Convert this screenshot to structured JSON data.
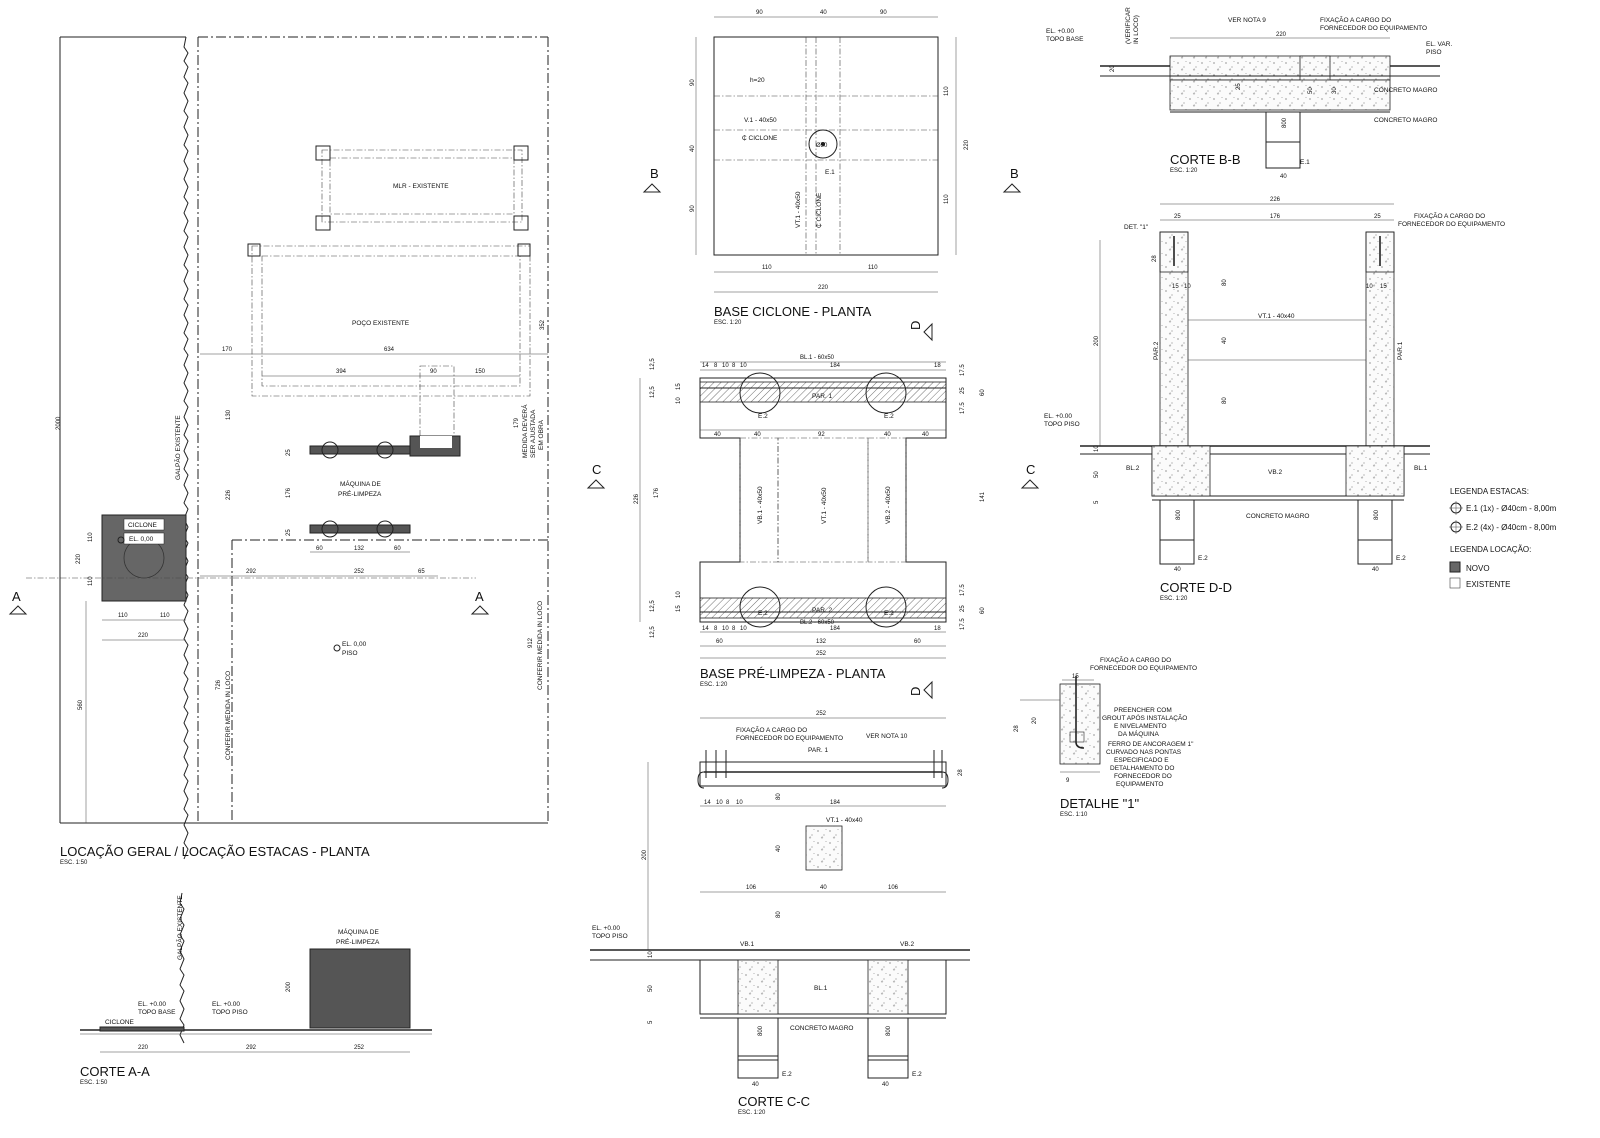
{
  "views": {
    "locacao": {
      "title": "LOCAÇÃO GERAL / LOCAÇÃO ESTACAS - PLANTA",
      "scale": "ESC. 1:50"
    },
    "corte_aa": {
      "title": "CORTE A-A",
      "scale": "ESC. 1:50"
    },
    "base_ciclone": {
      "title": "BASE CICLONE - PLANTA",
      "scale": "ESC. 1:20"
    },
    "base_prelimpeza": {
      "title": "BASE PRÉ-LIMPEZA - PLANTA",
      "scale": "ESC. 1:20"
    },
    "corte_cc": {
      "title": "CORTE C-C",
      "scale": "ESC. 1:20"
    },
    "corte_bb": {
      "title": "CORTE B-B",
      "scale": "ESC. 1:20"
    },
    "corte_dd": {
      "title": "CORTE D-D",
      "scale": "ESC. 1:20"
    },
    "detalhe1": {
      "title": "DETALHE \"1\"",
      "scale": "ESC. 1:10"
    }
  },
  "labels": {
    "mlr": "MLR - EXISTENTE",
    "poco": "POÇO EXISTENTE",
    "maquina_line1": "MÁQUINA DE",
    "maquina_line2": "PRÉ-LIMPEZA",
    "ciclone": "CICLONE",
    "el_000": "EL. 0,00",
    "el_000_piso": "EL. 0,00",
    "piso": "PISO",
    "galpao": "GALPÃO EXISTENTE",
    "conferir": "CONFERIR MEDIDA IN LOCO",
    "medida_1": "MEDIDA DEVERÁ",
    "medida_2": "SER AJUSTADA",
    "medida_3": "EM OBRA",
    "el_top_base": "EL. +0.00",
    "topo_base": "TOPO BASE",
    "el_top_piso": "EL. +0.00",
    "topo_piso": "TOPO PISO",
    "h20": "h=20",
    "v1": "V.1 - 40x50",
    "eciclone": "₵ CICLONE",
    "e1": "E.1",
    "e2": "E.2",
    "vt1_4050": "VT.1 - 40x50",
    "bl1": "BL.1 - 60x50",
    "bl2": "BL.2 - 60x50",
    "par1": "PAR. 1",
    "par2": "PAR. 2",
    "par1_short": "PAR.1",
    "par2_short": "PAR.2",
    "vb1": "VB.1 - 40x50",
    "vb2": "VB.2 - 40x50",
    "vt1_4040": "VT.1 - 40x40",
    "vb1_short": "VB.1",
    "vb2_short": "VB.2",
    "bl1_short": "BL.1",
    "bl2_short": "BL.2",
    "vb2_mid": "VB.2",
    "fix_1": "FIXAÇÃO A CARGO DO",
    "fix_2": "FORNECEDOR DO EQUIPAMENTO",
    "ver_nota_10": "VER NOTA 10",
    "ver_nota_9": "VER NOTA 9",
    "concreto": "CONCRETO MAGRO",
    "el_var": "EL. VAR.",
    "verificar_1": "(VERIFICAR",
    "verificar_2": "IN LOCO)",
    "det1": "DET. \"1\"",
    "preencher_1": "PREENCHER COM",
    "preencher_2": "GROUT APÓS INSTALAÇÃO",
    "preencher_3": "E NIVELAMENTO",
    "preencher_4": "DA MÁQUINA",
    "ferro_1": "FERRO DE ANCORAGEM 1\"",
    "ferro_2": "CURVADO NAS PONTAS",
    "ferro_3": "ESPECIFICADO E",
    "ferro_4": "DETALHAMENTO DO",
    "ferro_5": "FORNECEDOR DO",
    "ferro_6": "EQUIPAMENTO",
    "sec_a": "A",
    "sec_b": "B",
    "sec_c": "C",
    "sec_d": "D"
  },
  "legend": {
    "estacas_title": "LEGENDA ESTACAS:",
    "e1": "E.1 (1x) - Ø40cm - 8,00m",
    "e2": "E.2 (4x) - Ø40cm - 8,00m",
    "locacao_title": "LEGENDA LOCAÇÃO:",
    "novo": "NOVO",
    "existente": "EXISTENTE"
  },
  "dims": {
    "d2000": "2000",
    "d170": "170",
    "d634": "634",
    "d394": "394",
    "d90": "90",
    "d150": "150",
    "d352": "352",
    "d130": "130",
    "d179": "179",
    "d226": "226",
    "d25": "25",
    "d176": "176",
    "d60": "60",
    "d132": "132",
    "d292": "292",
    "d252": "252",
    "d65": "65",
    "d110": "110",
    "d220": "220",
    "d560": "560",
    "d726": "726",
    "d912": "912",
    "d200": "200",
    "d40": "40",
    "d20": "20",
    "d184": "184",
    "d92": "92",
    "d12_5": "12,5",
    "d17_5": "17.5",
    "d14": "14",
    "d8": "8",
    "d10": "10",
    "d15": "15",
    "d18": "18",
    "d141": "141",
    "d80": "80",
    "d106": "106",
    "d50": "50",
    "d5": "5",
    "d800": "800",
    "d28": "28",
    "d30": "30",
    "d9": "9",
    "d50r": "Ø50"
  }
}
